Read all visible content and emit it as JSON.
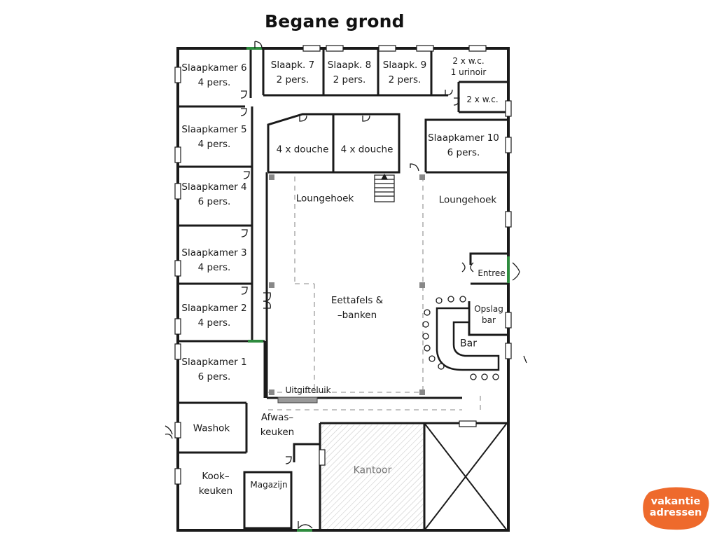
{
  "title": "Begane grond",
  "rooms": {
    "slaapkamer6": "Slaapkamer 6\n4 pers.",
    "slaapk7": "Slaapk. 7\n2 pers.",
    "slaapk8": "Slaapk. 8\n2 pers.",
    "slaapk9": "Slaapk. 9\n2 pers.",
    "wc_urinoir": "2 x w.c.\n1 urinoir",
    "wc2": "2 x w.c.",
    "slaapkamer5": "Slaapkamer 5\n4 pers.",
    "douche_left": "4 x douche",
    "douche_right": "4 x douche",
    "slaapkamer10": "Slaapkamer 10\n6 pers.",
    "slaapkamer4": "Slaapkamer 4\n6 pers.",
    "loungehoek_left": "Loungehoek",
    "loungehoek_right": "Loungehoek",
    "slaapkamer3": "Slaapkamer 3\n4 pers.",
    "entree": "Entree",
    "eettafels": "Eettafels &\n–banken",
    "slaapkamer2": "Slaapkamer 2\n4 pers.",
    "opslag_bar": "Opslag\nbar",
    "bar": "Bar",
    "slaapkamer1": "Slaapkamer 1\n6 pers.",
    "uitgifteluik": "Uitgifteluik",
    "washok": "Washok",
    "afwaskeuken": "Afwas–\nkeuken",
    "kantoor": "Kantoor",
    "kookkeuken": "Kook–\nkeuken",
    "magazijn": "Magazijn"
  },
  "logo": {
    "line1": "vakantie",
    "line2": "adressen",
    "color": "#ee6a2c"
  },
  "colors": {
    "wall": "#1a1a1a",
    "door_green": "#2e8b3e",
    "dashed": "#b0b0b0",
    "hatch": "#c9c9c9",
    "column": "#888888"
  },
  "icons": {
    "stairs": "stairs-icon",
    "door_swing": "door-swing-icon",
    "bar_stool": "bar-stool-icon",
    "void": "void-cross-icon"
  }
}
